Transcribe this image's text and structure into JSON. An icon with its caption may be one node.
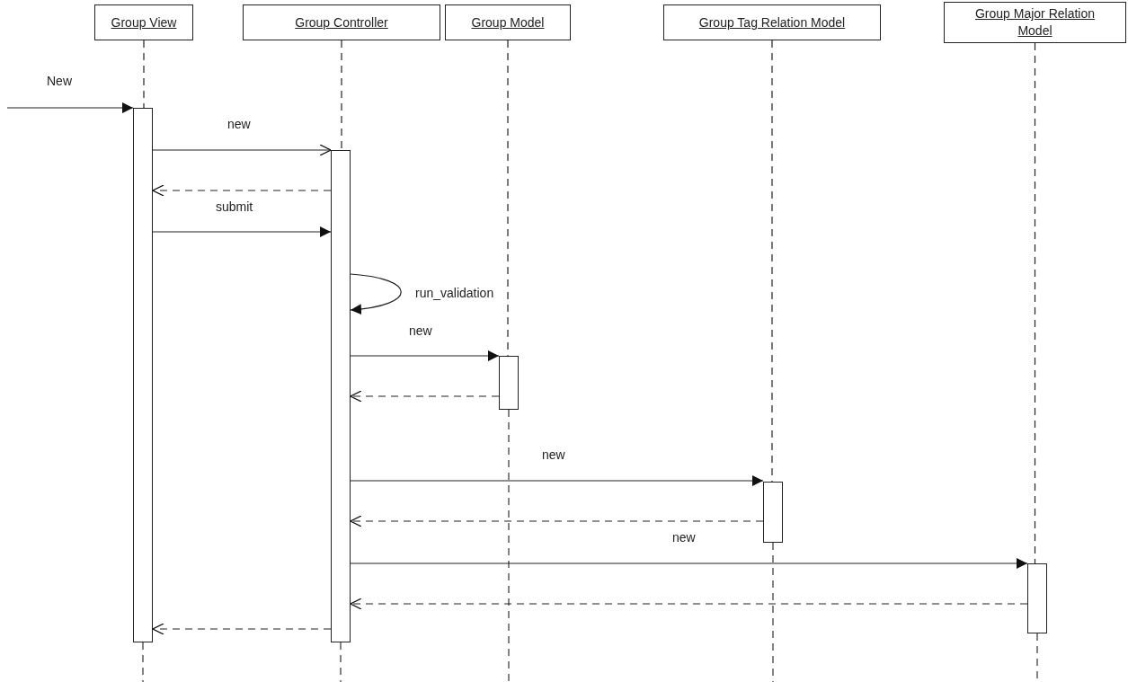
{
  "diagram": {
    "nodes": [
      {
        "text": [
          "Group View"
        ]
      },
      {
        "text": [
          "Group Controller"
        ]
      },
      {
        "text": [
          "Group Model"
        ]
      },
      {
        "text": [
          "Group Tag Relation Model"
        ]
      },
      {
        "text": [
          "Group Major Relation Model"
        ]
      },
      {
        "text": [],
        "shape": "bar"
      },
      {
        "text": [],
        "shape": "bar"
      },
      {
        "text": [],
        "shape": "bar"
      },
      {
        "text": [],
        "shape": "bar"
      },
      {
        "text": [],
        "shape": "bar"
      }
    ],
    "edges": [
      {
        "from": null,
        "to": 5,
        "arrow": "to",
        "label": "New"
      },
      {
        "from": 5,
        "to": 6,
        "arrow": "to",
        "label": "new"
      },
      {
        "from": 6,
        "to": 5,
        "arrow": "to",
        "style": "dashed"
      },
      {
        "from": 5,
        "to": 6,
        "arrow": "to",
        "label": "submit"
      },
      {
        "from": 6,
        "to": 6,
        "arrow": "to",
        "label": "run_validation"
      },
      {
        "from": 6,
        "to": 7,
        "arrow": "to",
        "label": "new"
      },
      {
        "from": 7,
        "to": 6,
        "arrow": "to",
        "style": "dashed"
      },
      {
        "from": 6,
        "to": 8,
        "arrow": "to",
        "label": "new"
      },
      {
        "from": 8,
        "to": 6,
        "arrow": "to",
        "style": "dashed"
      },
      {
        "from": 6,
        "to": 9,
        "arrow": "to",
        "label": "new"
      },
      {
        "from": 9,
        "to": 6,
        "arrow": "to",
        "style": "dashed"
      },
      {
        "from": 6,
        "to": 5,
        "arrow": "to",
        "style": "dashed"
      },
      {
        "from": 0,
        "to": 5,
        "arrow": "none",
        "style": "dashed"
      },
      {
        "from": 1,
        "to": 6,
        "arrow": "none",
        "style": "dashed"
      },
      {
        "from": 2,
        "to": 7,
        "arrow": "none",
        "style": "dashed"
      },
      {
        "from": 3,
        "to": 8,
        "arrow": "none",
        "style": "dashed"
      },
      {
        "from": 4,
        "to": 9,
        "arrow": "none",
        "style": "dashed"
      }
    ]
  }
}
